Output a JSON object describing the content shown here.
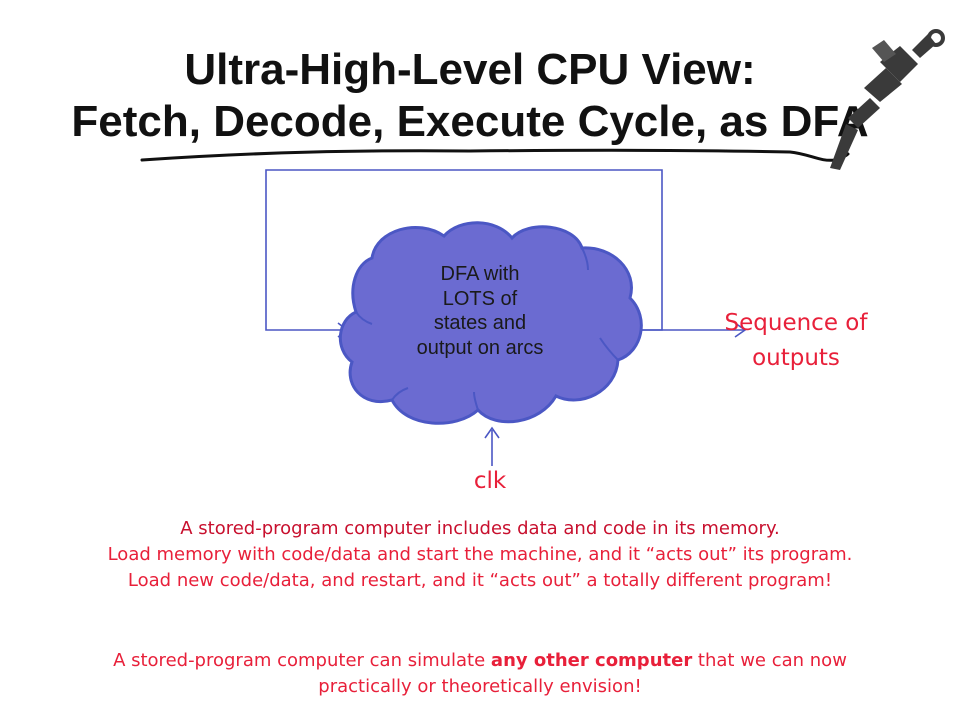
{
  "title": {
    "line1": "Ultra-High-Level CPU View:",
    "line2": "Fetch, Decode, Execute Cycle, as DFA"
  },
  "diagram": {
    "cloud_lines": [
      "DFA with",
      "LOTS of",
      "states and",
      "output on arcs"
    ],
    "output_label_line1": "Sequence of",
    "output_label_line2": "outputs",
    "clock_label": "clk",
    "cloud_fill": "#6b6bd1",
    "cloud_stroke": "#4b57c4",
    "arrow_color": "#4b57c4"
  },
  "body": {
    "line1": "A stored-program computer includes data and code in its memory.",
    "line2": "Load memory with code/data and start the machine, and it “acts out” its program.",
    "line3": "Load new code/data, and restart, and it “acts out” a totally different program!",
    "line4_before": "A stored-program computer can simulate ",
    "line4_emph": "any other computer",
    "line4_after": " that we can now",
    "line5": "practically or theoretically envision!",
    "text_color": "#e8203a"
  },
  "icons": {
    "title_decoration": "pen-nib-icon",
    "underline": "hand-drawn-underline"
  }
}
